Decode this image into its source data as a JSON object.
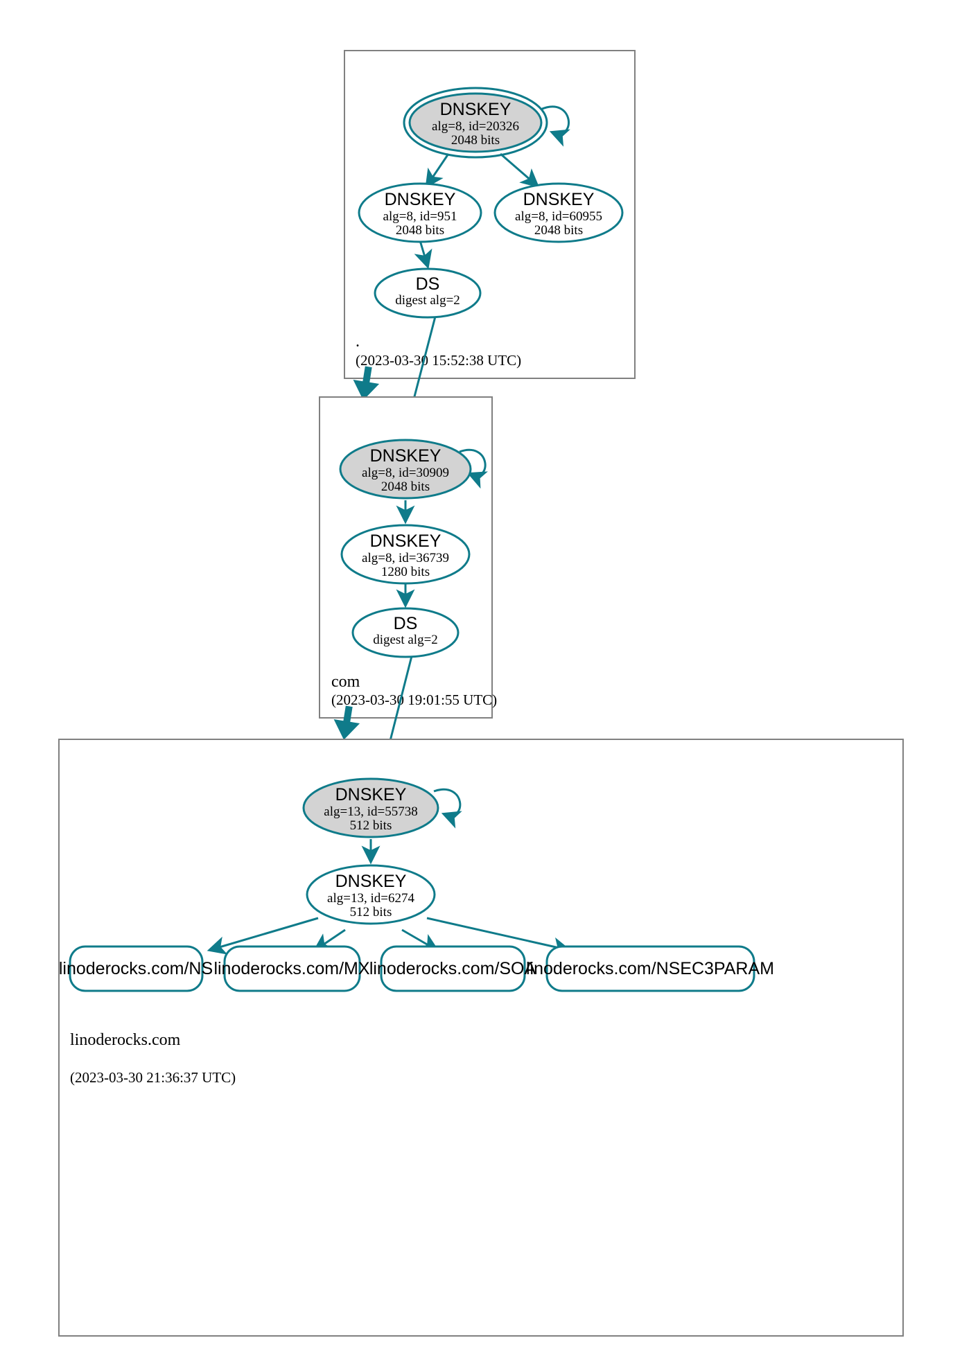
{
  "diagram": {
    "kind": "dnssec-chain-of-trust",
    "colors": {
      "accent": "#0f7b8a",
      "secure_node_fill": "#d3d3d3",
      "zone_border": "#808080",
      "background": "#ffffff"
    }
  },
  "zones": [
    {
      "id": "root",
      "label": ".",
      "timestamp": "(2023-03-30 15:52:38 UTC)",
      "nodes": [
        {
          "id": "root-ksk",
          "type": "DNSKEY",
          "title": "DNSKEY",
          "line2": "alg=8, id=20326",
          "line3": "2048 bits",
          "trust_anchor": true,
          "secure": true
        },
        {
          "id": "root-zsk1",
          "type": "DNSKEY",
          "title": "DNSKEY",
          "line2": "alg=8, id=951",
          "line3": "2048 bits",
          "trust_anchor": false,
          "secure": false
        },
        {
          "id": "root-zsk2",
          "type": "DNSKEY",
          "title": "DNSKEY",
          "line2": "alg=8, id=60955",
          "line3": "2048 bits",
          "trust_anchor": false,
          "secure": false
        },
        {
          "id": "root-ds",
          "type": "DS",
          "title": "DS",
          "line2": "digest alg=2",
          "line3": "",
          "trust_anchor": false,
          "secure": false
        }
      ]
    },
    {
      "id": "com",
      "label": "com",
      "timestamp": "(2023-03-30 19:01:55 UTC)",
      "nodes": [
        {
          "id": "com-ksk",
          "type": "DNSKEY",
          "title": "DNSKEY",
          "line2": "alg=8, id=30909",
          "line3": "2048 bits",
          "trust_anchor": false,
          "secure": true
        },
        {
          "id": "com-zsk",
          "type": "DNSKEY",
          "title": "DNSKEY",
          "line2": "alg=8, id=36739",
          "line3": "1280 bits",
          "trust_anchor": false,
          "secure": false
        },
        {
          "id": "com-ds",
          "type": "DS",
          "title": "DS",
          "line2": "digest alg=2",
          "line3": "",
          "trust_anchor": false,
          "secure": false
        }
      ]
    },
    {
      "id": "linoderocks",
      "label": "linoderocks.com",
      "timestamp": "(2023-03-30 21:36:37 UTC)",
      "nodes": [
        {
          "id": "lr-ksk",
          "type": "DNSKEY",
          "title": "DNSKEY",
          "line2": "alg=13, id=55738",
          "line3": "512 bits",
          "trust_anchor": false,
          "secure": true
        },
        {
          "id": "lr-zsk",
          "type": "DNSKEY",
          "title": "DNSKEY",
          "line2": "alg=13, id=6274",
          "line3": "512 bits",
          "trust_anchor": false,
          "secure": false
        }
      ],
      "rrsets": [
        {
          "id": "rr-ns",
          "label": "linoderocks.com/NS"
        },
        {
          "id": "rr-mx",
          "label": "linoderocks.com/MX"
        },
        {
          "id": "rr-soa",
          "label": "linoderocks.com/SOA"
        },
        {
          "id": "rr-nsec3param",
          "label": "linoderocks.com/NSEC3PARAM"
        }
      ]
    }
  ]
}
